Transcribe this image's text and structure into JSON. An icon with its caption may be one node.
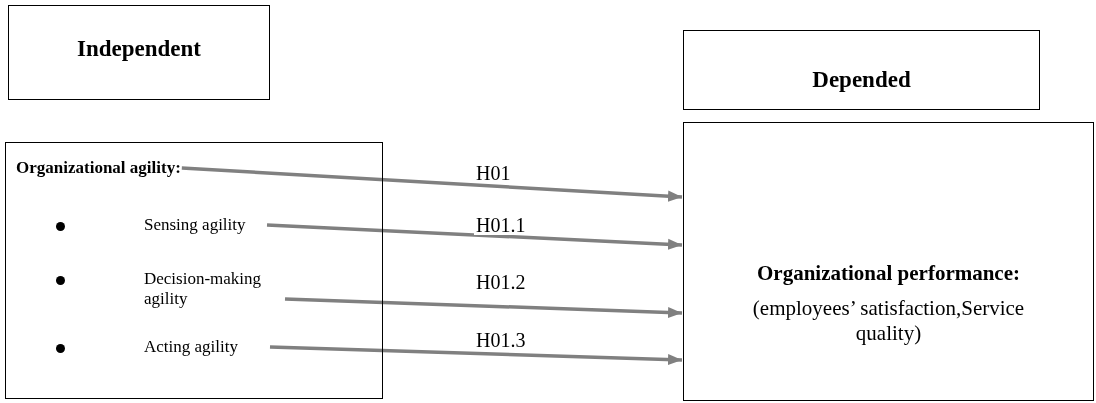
{
  "diagram": {
    "nodes": [
      {
        "text": [
          "Independent"
        ]
      },
      {
        "text": [
          "Depended"
        ]
      },
      {
        "text": [],
        "shape": "box"
      },
      {
        "text": [
          "Organizational agility:"
        ],
        "in": 2
      },
      {
        "text": [
          "Sensing agility"
        ],
        "in": 2
      },
      {
        "text": [
          "Decision-making agility"
        ],
        "in": 2
      },
      {
        "text": [
          "Acting agility"
        ],
        "in": 2
      },
      {
        "text": [
          "Organizational performance:",
          "(employees’ satisfaction,Service quality)"
        ]
      }
    ],
    "edges": [
      {
        "from": 3,
        "to": 7,
        "arrow": "to",
        "label": "H01"
      },
      {
        "from": 4,
        "to": 7,
        "arrow": "to",
        "label": "H01.1"
      },
      {
        "from": 5,
        "to": 7,
        "arrow": "to",
        "label": "H01.2"
      },
      {
        "from": 6,
        "to": 7,
        "arrow": "to",
        "label": "H01.3"
      }
    ]
  }
}
